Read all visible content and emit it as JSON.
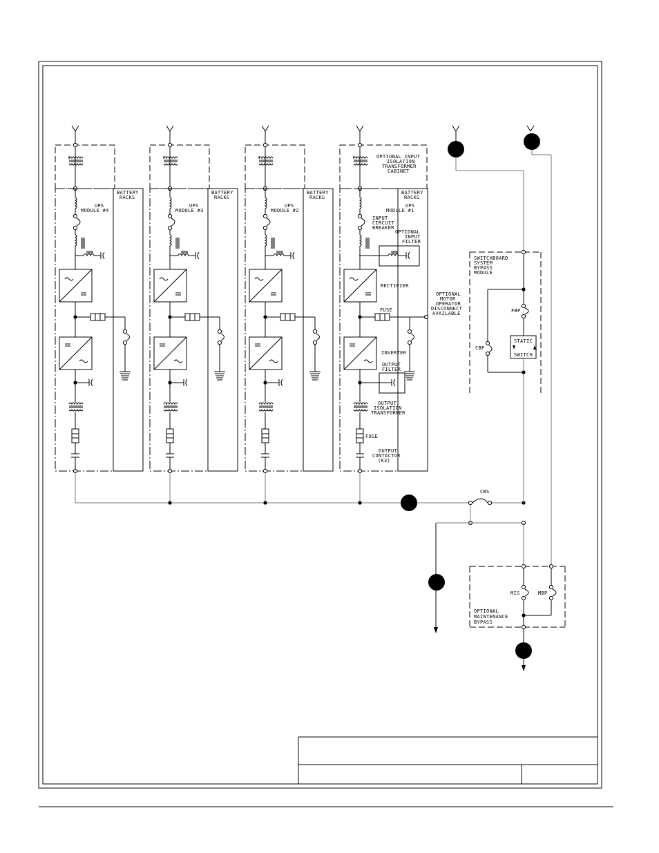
{
  "modules": [
    {
      "label_line1": "UPS",
      "label_line2": "MODULE #4",
      "battery_line1": "BATTERY",
      "battery_line2": "RACKS"
    },
    {
      "label_line1": "UPS",
      "label_line2": "MODULE #3",
      "battery_line1": "BATTERY",
      "battery_line2": "RACKS"
    },
    {
      "label_line1": "UPS",
      "label_line2": "MODULE #2",
      "battery_line1": "BATTERY",
      "battery_line2": "RACKS"
    },
    {
      "label_line1": "UPS",
      "label_line2": "MODULE #1",
      "battery_line1": "BATTERY",
      "battery_line2": "RACKS"
    }
  ],
  "labels": {
    "input_transformer": [
      "OPTIONAL INPUT",
      "ISOLATION",
      "TRANSFORMER",
      "CABINET"
    ],
    "input_breaker": [
      "INPUT",
      "CIRCUIT",
      "BREAKER"
    ],
    "input_filter": [
      "OPTIONAL",
      "INPUT",
      "FILTER"
    ],
    "rectifier": "RECTIFIER",
    "fuse": "FUSE",
    "motor_operator": [
      "OPTIONAL",
      "MOTOR",
      "OPERATOR",
      "DISCONNECT",
      "AVAILABLE"
    ],
    "inverter": "INVERTER",
    "output_filter": [
      "OUTPUT",
      "FILTER"
    ],
    "output_transformer": [
      "OUTPUT",
      "ISOLATION",
      "TRANSFORMER"
    ],
    "output_fuse": "FUSE",
    "output_contactor": [
      "OUTPUT",
      "CONTACTOR",
      "(K3)"
    ],
    "switchboard": [
      "SWITCHBOARD",
      "SYSTEM",
      "BYPASS",
      "MODULE"
    ],
    "fbp": "FBP",
    "cbp": "CBP",
    "static_switch": [
      "STATIC",
      "SWITCH"
    ],
    "cbs": "CBS",
    "mis": "MIS",
    "mbp": "MBP",
    "maint_bypass": [
      "OPTIONAL",
      "MAINTENANCE",
      "BYPASS"
    ]
  }
}
